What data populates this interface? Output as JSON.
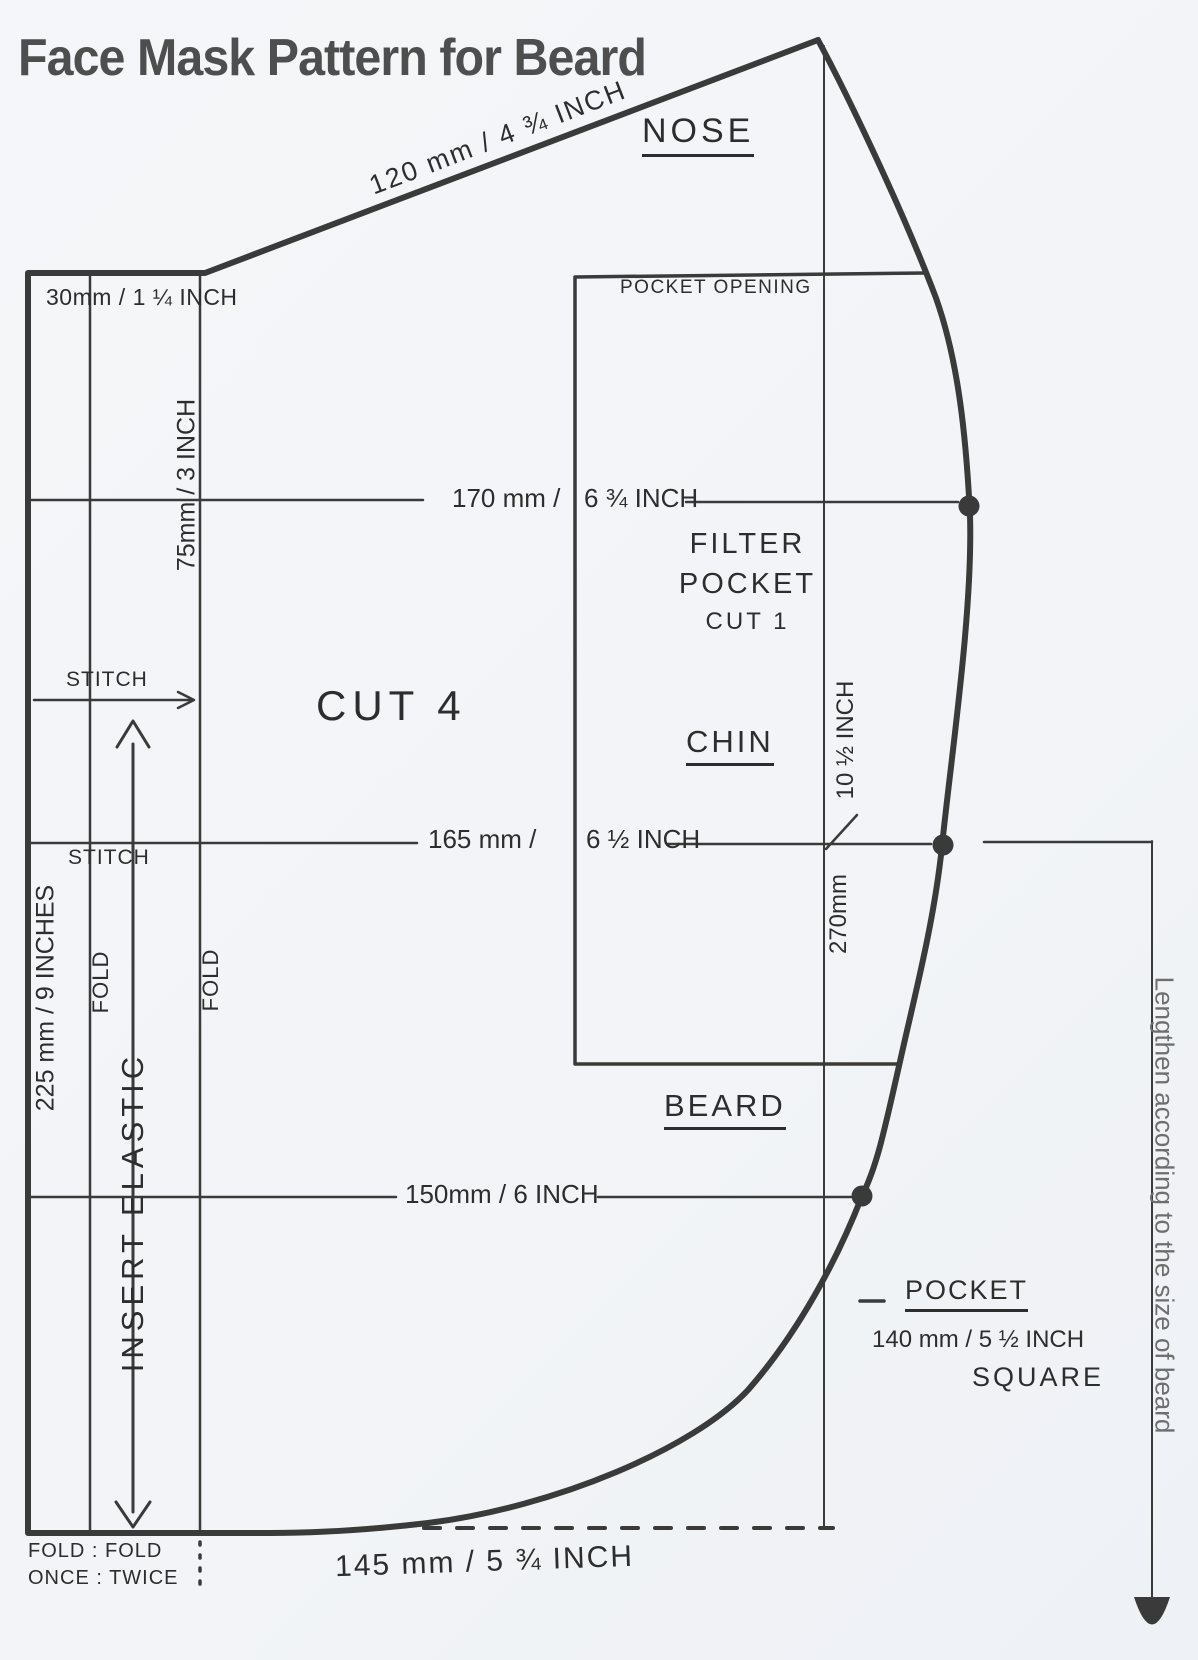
{
  "title": "Face Mask Pattern for Beard",
  "colors": {
    "paper": "#f4f6f9",
    "ink": "#2d2d2d",
    "title_gray": "#4e4e4e",
    "note_gray": "#6e6e6e"
  },
  "labels": {
    "nose": "NOSE",
    "chin": "CHIN",
    "beard": "BEARD",
    "cut4": "CUT 4",
    "top_edge_dim": "120 mm / 4 ¾ INCH",
    "strip_dim": "30mm / 1 ¼ INCH",
    "pocket_opening": "POCKET OPENING",
    "filter_pocket": {
      "line1": "FILTER",
      "line2": "POCKET",
      "line3": "CUT 1"
    },
    "stitch_top": "STITCH",
    "stitch_mid": "STITCH",
    "dim170": {
      "left": "170 mm /",
      "right": "6 ¾ INCH"
    },
    "dim165": {
      "left": "165 mm /",
      "right": "6 ½ INCH"
    },
    "dim150": "150mm / 6 INCH",
    "dim145": "145 mm / 5 ¾ INCH",
    "v75": "75mm / 3 INCH",
    "v225": "225 mm / 9 INCHES",
    "fold1": "FOLD",
    "fold2": "FOLD",
    "insert_elastic": "INSERT ELASTIC",
    "v270": "270mm",
    "v10half": "10 ½ INCH",
    "pocket_note": {
      "title": "POCKET",
      "size": "140 mm / 5 ½ INCH",
      "shape": "SQUARE"
    },
    "fold_once": {
      "line1": "FOLD : FOLD",
      "line2": "ONCE : TWICE"
    },
    "lengthen": "Lengthen according to the size of beard"
  }
}
